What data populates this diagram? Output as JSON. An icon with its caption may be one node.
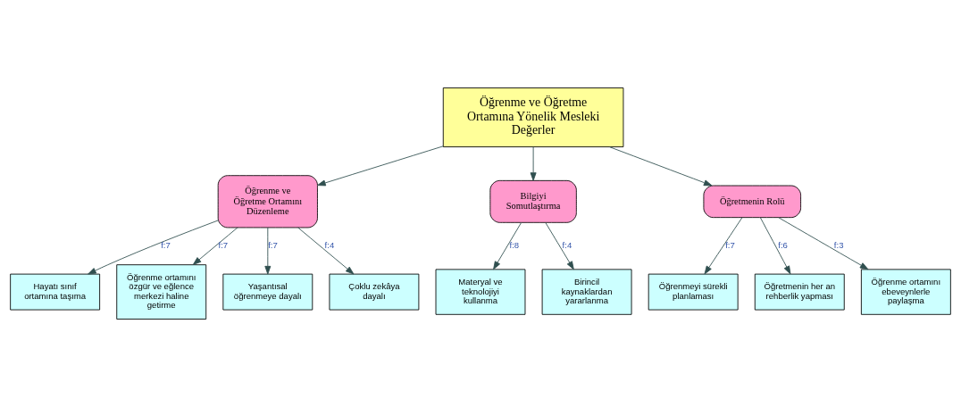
{
  "diagram": {
    "nodes": [
      {
        "text": [
          "Öğrenme ve Öğretme Ortamına Yönelik Mesleki Değerler"
        ]
      },
      {
        "text": [
          "Öğrenme ve Öğretme Ortamını Düzenleme"
        ]
      },
      {
        "text": [
          "Bilgiyi Somutlaştırma"
        ]
      },
      {
        "text": [
          "Öğretmenin Rolü"
        ]
      },
      {
        "text": [
          "Hayatı sınıf ortamına taşıma"
        ]
      },
      {
        "text": [
          "Öğrenme ortamını özgür ve eğlence merkezi haline getirme"
        ]
      },
      {
        "text": [
          "Yaşantısal öğrenmeye dayalı"
        ]
      },
      {
        "text": [
          "Çoklu zekâya dayalı"
        ]
      },
      {
        "text": [
          "Materyal ve teknolojiyi kullanma"
        ]
      },
      {
        "text": [
          "Birincil kaynaklardan yararlanma"
        ]
      },
      {
        "text": [
          "Öğrenmeyi sürekli planlaması"
        ]
      },
      {
        "text": [
          "Öğretmenin her an rehberlik yapması"
        ]
      },
      {
        "text": [
          "Öğrenme ortamını ebeveynlerle paylaşma"
        ]
      }
    ],
    "edges": [
      {
        "from": 0,
        "to": 1,
        "arrow": "to"
      },
      {
        "from": 0,
        "to": 2,
        "arrow": "to"
      },
      {
        "from": 0,
        "to": 3,
        "arrow": "to"
      },
      {
        "from": 1,
        "to": 4,
        "arrow": "to",
        "label": "f:7"
      },
      {
        "from": 1,
        "to": 5,
        "arrow": "to",
        "label": "f:7"
      },
      {
        "from": 1,
        "to": 6,
        "arrow": "to",
        "label": "f:7"
      },
      {
        "from": 1,
        "to": 7,
        "arrow": "to",
        "label": "f:4"
      },
      {
        "from": 2,
        "to": 8,
        "arrow": "to",
        "label": "f:8"
      },
      {
        "from": 2,
        "to": 9,
        "arrow": "to",
        "label": "f:4"
      },
      {
        "from": 3,
        "to": 10,
        "arrow": "to",
        "label": "f:7"
      },
      {
        "from": 3,
        "to": 11,
        "arrow": "to",
        "label": "f:6"
      },
      {
        "from": 3,
        "to": 12,
        "arrow": "to",
        "label": "f:3"
      }
    ]
  }
}
